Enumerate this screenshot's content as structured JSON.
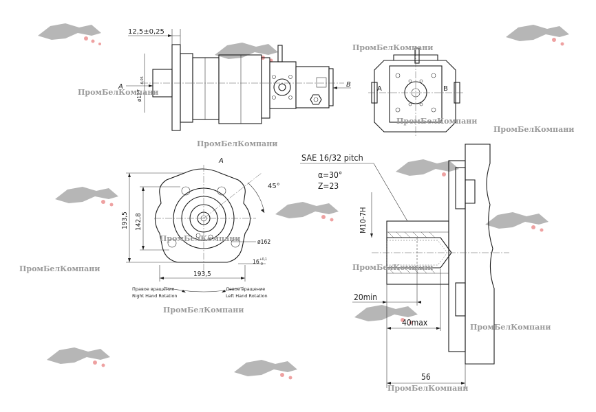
{
  "watermark": {
    "text": "ПромБелКомпани"
  },
  "top_view": {
    "dim_flange_offset": "12,5±0,25",
    "dim_pilot_diameter": "ø127",
    "dim_pilot_tolerance": "-0,05",
    "view_a_arrow": "A",
    "view_b_arrow": "B"
  },
  "end_view": {
    "label_port_a": "A",
    "label_port_b": "B"
  },
  "front_view": {
    "view_label": "A",
    "dim_angle": "45°",
    "dim_height_total": "193,5",
    "dim_height_bolt": "142,8",
    "dim_width": "193,5",
    "dim_bolt_circle": "ø162",
    "dim_slot": "16",
    "dim_slot_tol_top": "+0,1",
    "dim_slot_tol_bottom": "0",
    "rotation_right_ru": "Правое вращение",
    "rotation_right_en": "Right Hand Rotation",
    "rotation_left_ru": "Левое вращение",
    "rotation_left_en": "Left Hand Rotation"
  },
  "shaft_detail": {
    "spline_spec": "SAE 16/32 pitch",
    "pressure_angle": "α=30°",
    "teeth_count": "Z=23",
    "thread": "M10-7H",
    "dim_thread_min": "20min",
    "dim_thread_max": "40max",
    "dim_shaft_length": "56"
  }
}
